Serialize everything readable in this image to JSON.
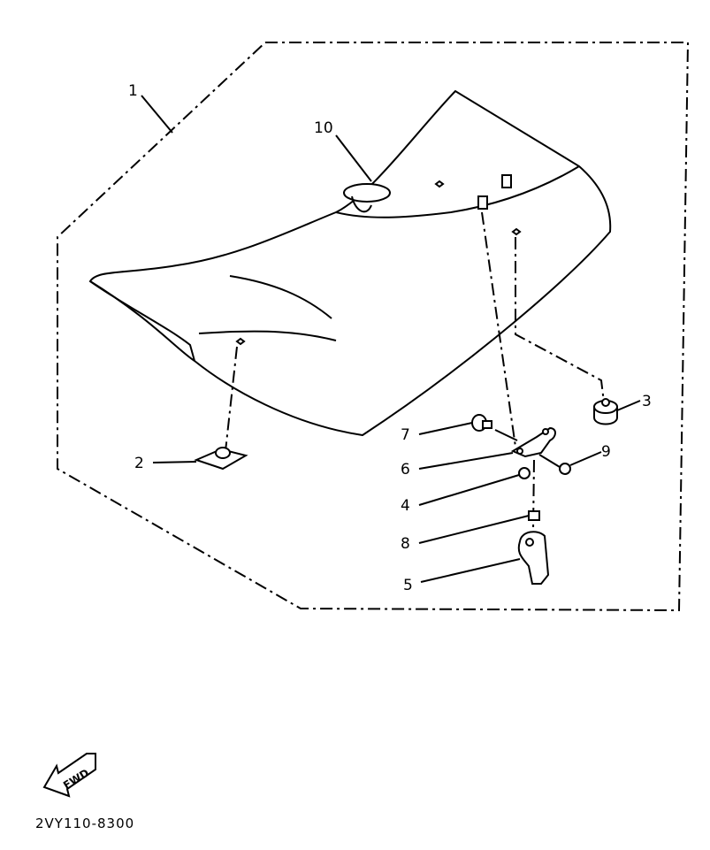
{
  "diagram": {
    "callouts": [
      {
        "id": "1",
        "label": "1"
      },
      {
        "id": "2",
        "label": "2"
      },
      {
        "id": "3",
        "label": "3"
      },
      {
        "id": "4",
        "label": "4"
      },
      {
        "id": "5",
        "label": "5"
      },
      {
        "id": "6",
        "label": "6"
      },
      {
        "id": "7",
        "label": "7"
      },
      {
        "id": "8",
        "label": "8"
      },
      {
        "id": "9",
        "label": "9"
      },
      {
        "id": "10",
        "label": "10"
      }
    ],
    "fwd_label": "FWD",
    "part_code": "2VY110-8300"
  }
}
